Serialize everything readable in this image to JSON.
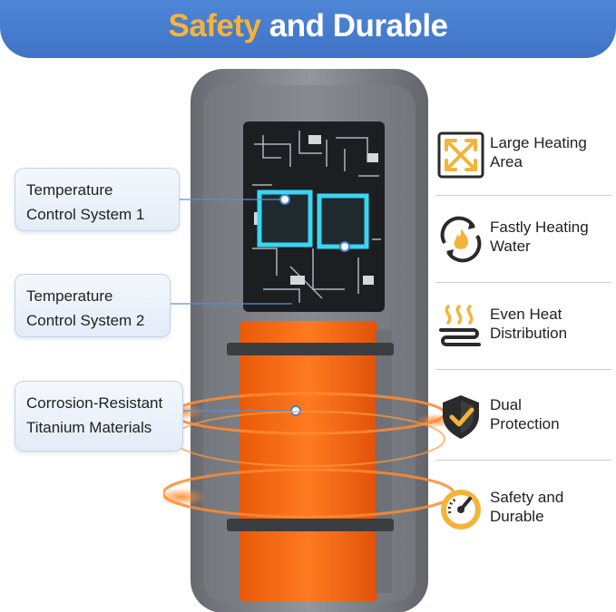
{
  "header": {
    "title_highlight": "Safety",
    "title_rest": "and Durable",
    "background": "#4a80d2",
    "highlight_color": "#f6b33a"
  },
  "callouts": [
    {
      "line1": "Temperature",
      "line2": "Control System 1"
    },
    {
      "line1": "Temperature",
      "line2": "Control System 2"
    },
    {
      "line1": "Corrosion-Resistant",
      "line2": "Titanium Materials"
    }
  ],
  "features": [
    {
      "icon": "expand-arrows-icon",
      "line1": "Large Heating",
      "line2": "Area"
    },
    {
      "icon": "fire-cycle-icon",
      "line1": "Fastly Heating",
      "line2": "Water"
    },
    {
      "icon": "heat-waves-icon",
      "line1": "Even Heat",
      "line2": "Distribution"
    },
    {
      "icon": "shield-check-icon",
      "line1": "Dual",
      "line2": "Protection"
    },
    {
      "icon": "gauge-icon",
      "line1": "Safety and",
      "line2": "Durable"
    }
  ],
  "colors": {
    "accent_orange": "#ff6a10",
    "chip_cyan": "#39d6f2",
    "icon_dark": "#2a2a2a",
    "icon_gold": "#f2b43a"
  }
}
